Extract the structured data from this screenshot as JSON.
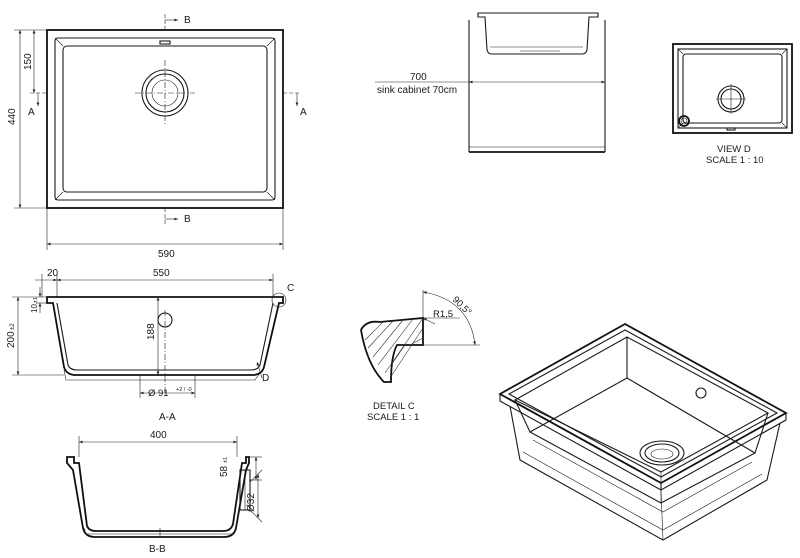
{
  "labels": {
    "section_b_top": "B",
    "section_b_bottom": "B",
    "section_a_left": "A",
    "section_a_right": "A",
    "detail_c_marker": "C",
    "view_d_marker": "D",
    "section_aa_title": "A-A",
    "section_bb_title": "B-B",
    "detail_c_title": "DETAIL C",
    "detail_c_scale": "SCALE 1 : 1",
    "view_d_title": "VIEW D",
    "view_d_scale": "SCALE 1 : 10"
  },
  "dimensions": {
    "top_width": "590",
    "top_height": "440",
    "drain_offset": "150",
    "cabinet_width": "700",
    "cabinet_note": "sink cabinet 70cm",
    "flange": "20",
    "inner_width": "550",
    "depth": "200",
    "depth_tol": "±2",
    "rim": "10",
    "rim_tol": "±1",
    "drain_height": "188",
    "drain_diameter": "Ø 91",
    "drain_diameter_tol": "+2 / -0",
    "bb_width": "400",
    "overflow_height": "58",
    "overflow_tol": "±1",
    "overflow_diameter": "Ø32",
    "radius": "R1,5",
    "angle": "90,5°"
  }
}
